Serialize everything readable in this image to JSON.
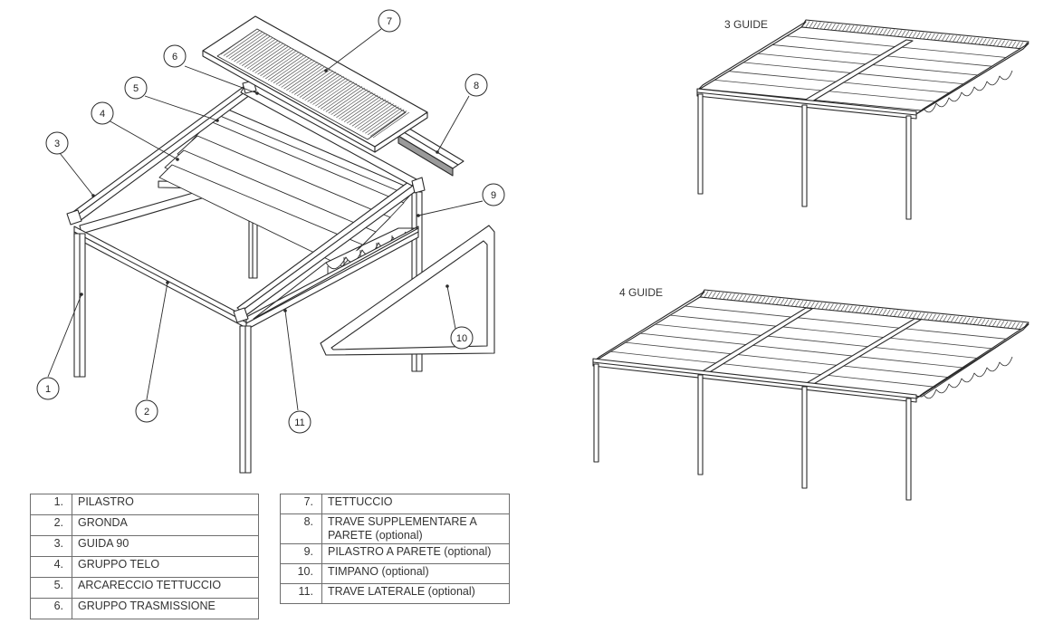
{
  "callouts": [
    "1",
    "2",
    "3",
    "4",
    "5",
    "6",
    "7",
    "8",
    "9",
    "10",
    "11"
  ],
  "variants": [
    {
      "title": "3 GUIDE",
      "guides": 3
    },
    {
      "title": "4 GUIDE",
      "guides": 4
    }
  ],
  "legend_left": [
    {
      "num": "1.",
      "label": "PILASTRO"
    },
    {
      "num": "2.",
      "label": "GRONDA"
    },
    {
      "num": "3.",
      "label": "GUIDA 90"
    },
    {
      "num": "4.",
      "label": "GRUPPO TELO"
    },
    {
      "num": "5.",
      "label": "ARCARECCIO TETTUCCIO"
    },
    {
      "num": "6.",
      "label": "GRUPPO TRASMISSIONE"
    }
  ],
  "legend_right": [
    {
      "num": "7.",
      "label": "TETTUCCIO"
    },
    {
      "num": "8.",
      "label": "TRAVE SUPPLEMENTARE A PARETE (optional)"
    },
    {
      "num": "9.",
      "label": "PILASTRO A PARETE (optional)"
    },
    {
      "num": "10.",
      "label": "TIMPANO (optional)"
    },
    {
      "num": "11.",
      "label": "TRAVE LATERALE (optional)"
    }
  ],
  "colors": {
    "line": "#2a2a2a",
    "fill": "#ffffff",
    "shade": "#bdbdbd"
  }
}
